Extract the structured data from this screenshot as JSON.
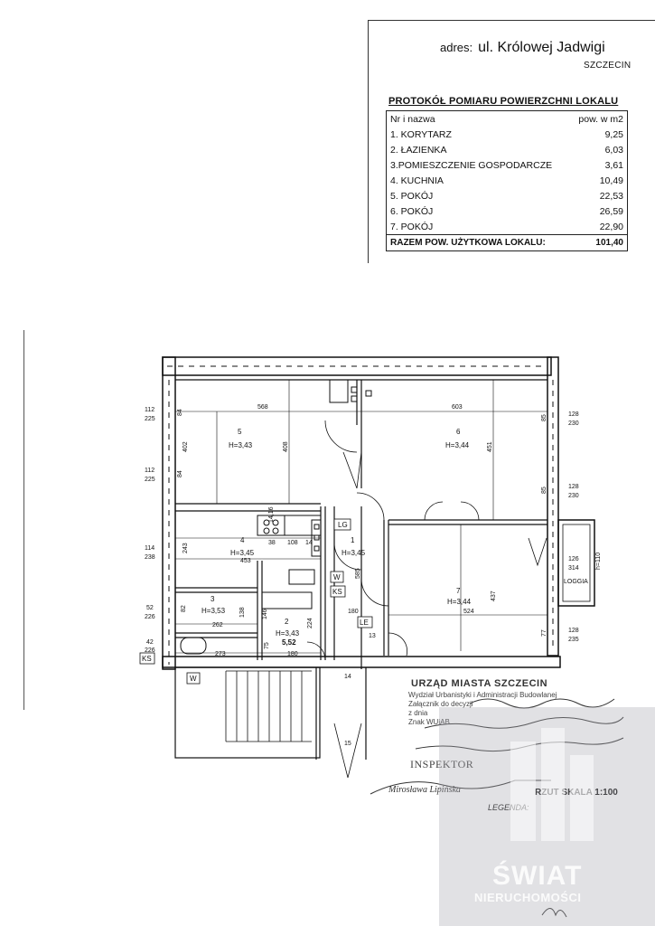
{
  "header": {
    "address_label": "adres:",
    "address_value": "ul. Królowej Jadwigi",
    "city": "SZCZECIN"
  },
  "protocol": {
    "title": "PROTOKÓŁ POMIARU POWIERZCHNI LOKALU",
    "col_name": "Nr i nazwa",
    "col_area": "pow. w m2",
    "rows": [
      {
        "name": "1. KORYTARZ",
        "area": "9,25"
      },
      {
        "name": "2. ŁAZIENKA",
        "area": "6,03"
      },
      {
        "name": "3.POMIESZCZENIE GOSPODARCZE",
        "area": "3,61"
      },
      {
        "name": "4. KUCHNIA",
        "area": "10,49"
      },
      {
        "name": "5. POKÓJ",
        "area": "22,53"
      },
      {
        "name": "6. POKÓJ",
        "area": "26,59"
      },
      {
        "name": "7. POKÓJ",
        "area": "22,90"
      }
    ],
    "total_label": "RAZEM POW. UŻYTKOWA LOKALU:",
    "total_value": "101,40"
  },
  "plan": {
    "rooms": [
      {
        "num": "5",
        "height": "H=3,43"
      },
      {
        "num": "6",
        "height": "H=3,44"
      },
      {
        "num": "4",
        "height": "H=3,45"
      },
      {
        "num": "1",
        "height": "H=3,45"
      },
      {
        "num": "3",
        "height": "H=3,53"
      },
      {
        "num": "2",
        "height": "H=3,43"
      },
      {
        "num": "7",
        "height": "H=3,44"
      }
    ],
    "dimensions": {
      "d568": "568",
      "d603": "603",
      "d402": "402",
      "d408": "408",
      "d451": "451",
      "d453": "453",
      "d108": "108",
      "d38": "38",
      "d14": "14",
      "d585": "585",
      "d437": "437",
      "d524": "524",
      "d262": "262",
      "d138": "138",
      "d273": "273",
      "d180a": "180",
      "d180b": "180",
      "d224": "224",
      "d13": "13",
      "d75": "75",
      "d82": "82",
      "d243": "243",
      "d85a": "85",
      "d85b": "85",
      "d84a": "84",
      "d84b": "84",
      "d77": "77",
      "d146": "146",
      "d149": "14,16",
      "d552": "5,52"
    },
    "left_dims": [
      {
        "a": "112",
        "b": "225"
      },
      {
        "a": "112",
        "b": "225"
      },
      {
        "a": "114",
        "b": "238"
      },
      {
        "a": "52",
        "b": "226"
      },
      {
        "a": "42",
        "b": "226"
      }
    ],
    "right_dims": [
      {
        "a": "128",
        "b": "230"
      },
      {
        "a": "128",
        "b": "230"
      },
      {
        "a": "126",
        "b": "314"
      },
      {
        "a": "128",
        "b": "235"
      }
    ],
    "loggia_label": "LOGGIA",
    "loggia_height": "h=110",
    "labels": {
      "lg": "LG",
      "w1": "W",
      "ks1": "KS",
      "le": "LE",
      "ks2": "KS",
      "w2": "W"
    },
    "stair_14": "14",
    "stair_15": "15"
  },
  "stamp": {
    "title": "URZĄD MIASTA SZCZECIN",
    "line1": "Wydział Urbanistyki i Administracji Budowlanej",
    "line2": "Załącznik do decyzji",
    "line3": "z dnia",
    "line4": "Znak WUiAB",
    "inspector": "INSPEKTOR",
    "signer": "Mirosława Lipińska"
  },
  "footer": {
    "rzut": "RZUT  SKALA 1:100",
    "legenda": "LEGENDA:"
  },
  "watermark": {
    "line1": "ŚWIAT",
    "line2": "NIERUCHOMOŚCI"
  }
}
